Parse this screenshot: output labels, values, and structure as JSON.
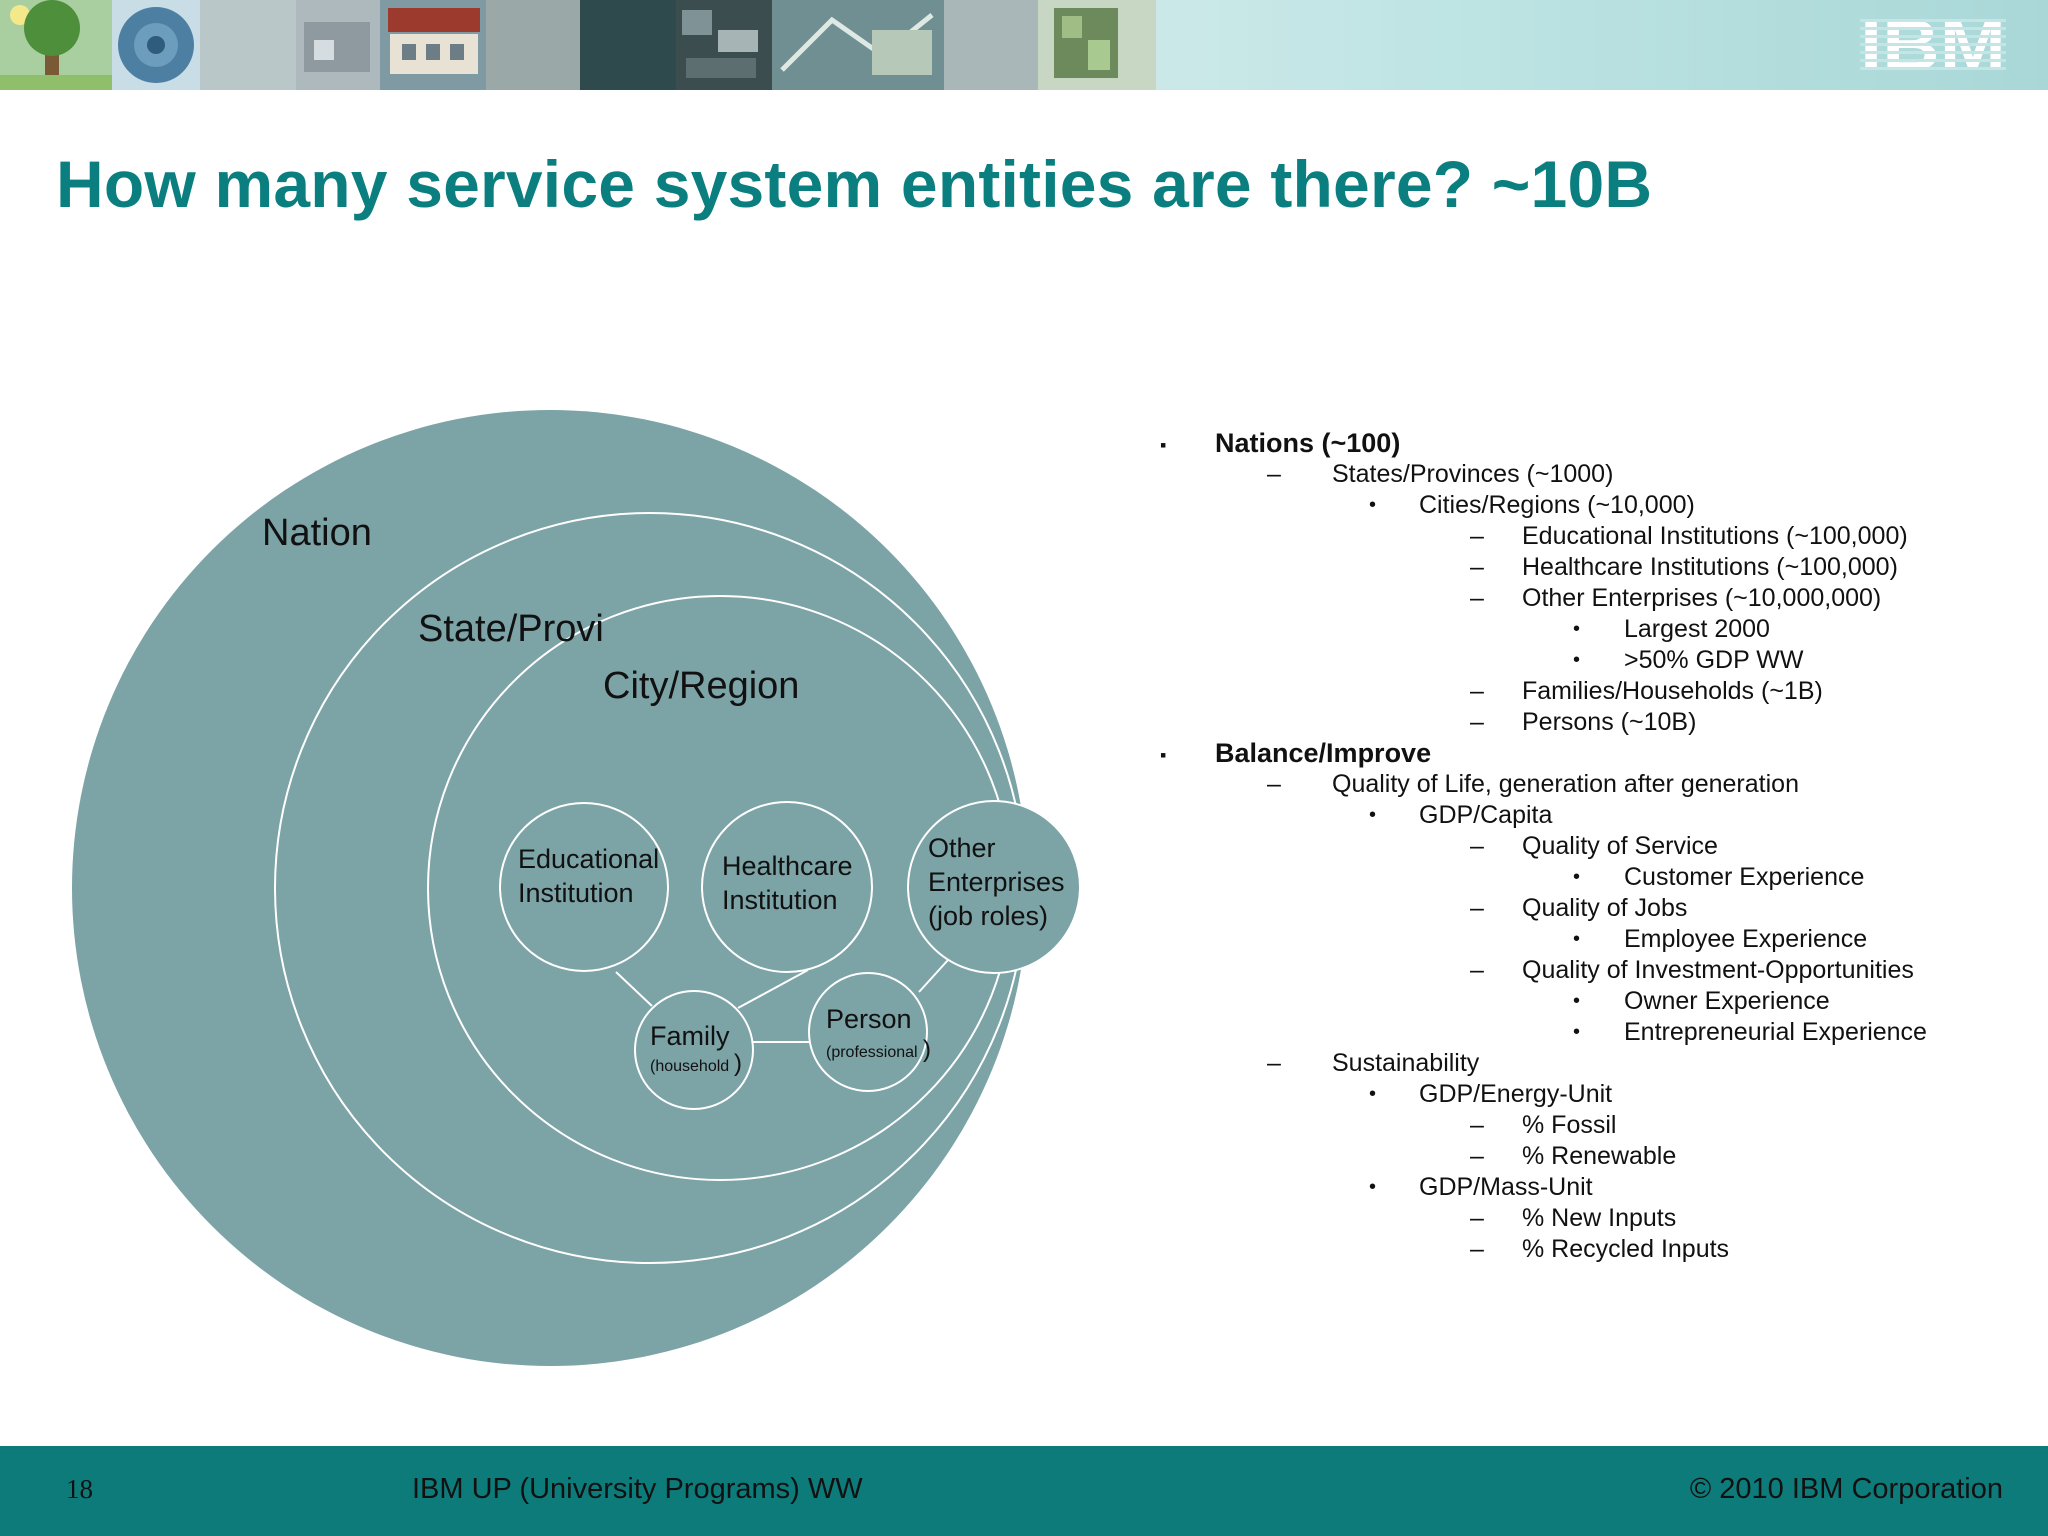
{
  "header": {
    "logo_text": "IBM",
    "photos": [
      "tree-photo",
      "globe-diagram-photo",
      "building-photo",
      "house-photo",
      "city-aerial-photo",
      "map-photo",
      "field-photo"
    ]
  },
  "title": "How many service system entities are there? ~10B",
  "diagram": {
    "nation": "Nation",
    "state": "State/Provi",
    "city": "City/Region",
    "education": [
      "Educational",
      "Institution"
    ],
    "healthcare": [
      "Healthcare",
      "Institution"
    ],
    "other": [
      "Other",
      "Enterprises",
      "(job roles)"
    ],
    "family": "Family",
    "family_sub": "(household",
    "family_paren": ")",
    "person": "Person",
    "person_sub": "(professional",
    "person_paren": ")"
  },
  "outline": [
    {
      "level": 0,
      "marker": "▪",
      "text": "Nations (~100)"
    },
    {
      "level": 1,
      "marker": "–",
      "text": "States/Provinces (~1000)"
    },
    {
      "level": 2,
      "marker": "•",
      "text": "Cities/Regions (~10,000)"
    },
    {
      "level": 3,
      "marker": "–",
      "text": "Educational Institutions (~100,000)"
    },
    {
      "level": 3,
      "marker": "–",
      "text": "Healthcare Institutions (~100,000)"
    },
    {
      "level": 3,
      "marker": "–",
      "text": "Other Enterprises (~10,000,000)"
    },
    {
      "level": 4,
      "marker": "•",
      "text": "Largest 2000"
    },
    {
      "level": 4,
      "marker": "•",
      "text": ">50% GDP WW"
    },
    {
      "level": 3,
      "marker": "–",
      "text": "Families/Households (~1B)"
    },
    {
      "level": 3,
      "marker": "–",
      "text": "Persons (~10B)"
    },
    {
      "level": 0,
      "marker": "▪",
      "text": "Balance/Improve"
    },
    {
      "level": 1,
      "marker": "–",
      "text": "Quality of Life, generation after generation"
    },
    {
      "level": 2,
      "marker": "•",
      "text": "GDP/Capita"
    },
    {
      "level": 3,
      "marker": "–",
      "text": "Quality of Service"
    },
    {
      "level": 4,
      "marker": "•",
      "text": "Customer Experience"
    },
    {
      "level": 3,
      "marker": "–",
      "text": "Quality of Jobs"
    },
    {
      "level": 4,
      "marker": "•",
      "text": "Employee Experience"
    },
    {
      "level": 3,
      "marker": "–",
      "text": "Quality of Investment-Opportunities"
    },
    {
      "level": 4,
      "marker": "•",
      "text": "Owner Experience"
    },
    {
      "level": 4,
      "marker": "•",
      "text": "Entrepreneurial Experience"
    },
    {
      "level": 1,
      "marker": "–",
      "text": "Sustainability"
    },
    {
      "level": 2,
      "marker": "•",
      "text": "GDP/Energy-Unit"
    },
    {
      "level": 3,
      "marker": "–",
      "text": "% Fossil"
    },
    {
      "level": 3,
      "marker": "–",
      "text": "% Renewable"
    },
    {
      "level": 2,
      "marker": "•",
      "text": "GDP/Mass-Unit"
    },
    {
      "level": 3,
      "marker": "–",
      "text": "% New Inputs"
    },
    {
      "level": 3,
      "marker": "–",
      "text": "% Recycled Inputs"
    }
  ],
  "footer": {
    "page_number": "18",
    "center": "IBM UP (University Programs) WW",
    "right": "© 2010 IBM Corporation"
  },
  "colors": {
    "title": "#0b7f7f",
    "circle_fill": "#7ca3a6",
    "footer": "#0e7b7b"
  }
}
